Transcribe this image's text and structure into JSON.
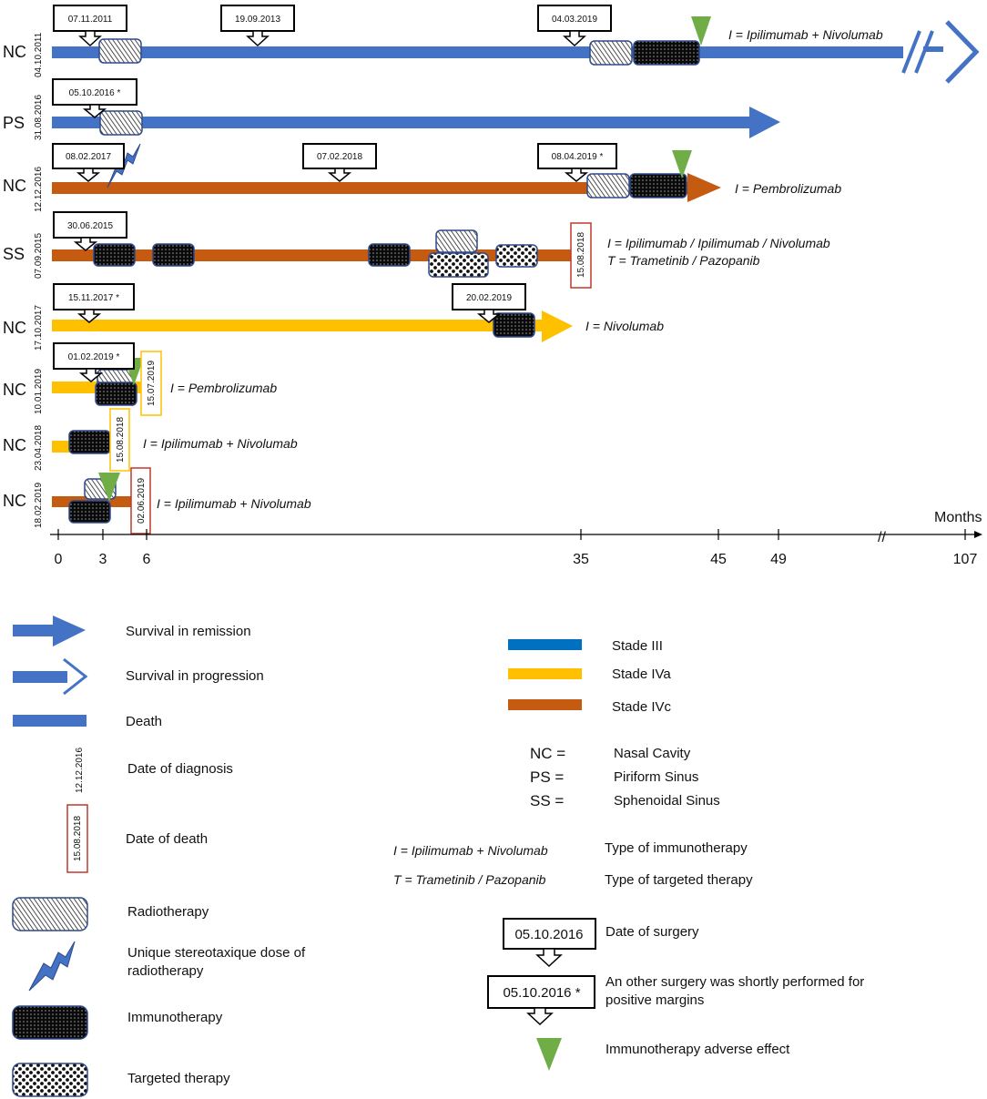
{
  "colors": {
    "stade_iii": "#4472c4",
    "stade_iva": "#ffc000",
    "stade_ivc": "#c55a11",
    "adverse_marker": "#70ad47",
    "death_box_red": "#c0392b",
    "death_box_yellow": "#ffc000",
    "therapy_border": "#2e4a8a"
  },
  "rows": [
    {
      "site": "NC",
      "diagnosis": "04.10.2011",
      "callouts": [
        "07.11.2011",
        "19.09.2013",
        "04.03.2019"
      ],
      "annotation": "I = Ipilimumab + Nivolumab",
      "color": "stade_iii",
      "outcome": "Survival in progression"
    },
    {
      "site": "PS",
      "diagnosis": "31.08.2016",
      "callouts": [
        "05.10.2016 *"
      ],
      "annotation": "",
      "color": "stade_iii",
      "outcome": "Survival in remission"
    },
    {
      "site": "NC",
      "diagnosis": "12.12.2016",
      "callouts": [
        "08.02.2017",
        "07.02.2018",
        "08.04.2019 *"
      ],
      "annotation": "I = Pembrolizumab",
      "color": "stade_ivc",
      "outcome": "Survival in remission"
    },
    {
      "site": "SS",
      "diagnosis": "07.09.2015",
      "callouts": [
        "30.06.2015"
      ],
      "death": "15.08.2018",
      "annotation": "I = Ipilimumab / Ipilimumab / Nivolumab",
      "annotation2": "T = Trametinib / Pazopanib",
      "color": "stade_ivc",
      "outcome": "Death"
    },
    {
      "site": "NC",
      "diagnosis": "17.10.2017",
      "callouts": [
        "15.11.2017 *",
        "20.02.2019"
      ],
      "annotation": "I = Nivolumab",
      "color": "stade_iva",
      "outcome": "Survival in remission"
    },
    {
      "site": "NC",
      "diagnosis": "10.01.2019",
      "callouts": [
        "01.02.2019 *"
      ],
      "death": "15.07.2019",
      "annotation": "I = Pembrolizumab",
      "color": "stade_iva",
      "outcome": "Death"
    },
    {
      "site": "NC",
      "diagnosis": "23.04.2018",
      "callouts": [],
      "death": "15.08.2018",
      "annotation": "I = Ipilimumab + Nivolumab",
      "color": "stade_iva",
      "outcome": "Death"
    },
    {
      "site": "NC",
      "diagnosis": "18.02.2019",
      "callouts": [],
      "death": "02.06.2019",
      "annotation": "I = Ipilimumab + Nivolumab",
      "color": "stade_ivc",
      "outcome": "Death"
    }
  ],
  "axis": {
    "label": "Months",
    "ticks": [
      "0",
      "3",
      "6",
      "35",
      "45",
      "49",
      "107"
    ],
    "break_mark": "//"
  },
  "legend": {
    "survival_remission": "Survival in remission",
    "survival_progression": "Survival in progression",
    "death": "Death",
    "date_diagnosis": "Date of diagnosis",
    "date_diagnosis_example": "12.12.2016",
    "date_death": "Date of death",
    "date_death_example": "15.08.2018",
    "radiotherapy": "Radiotherapy",
    "stereo_line1": "Unique stereotaxique dose of",
    "stereo_line2": "radiotherapy",
    "immunotherapy": "Immunotherapy",
    "targeted": "Targeted therapy",
    "stade_iii": "Stade III",
    "stade_iva": "Stade IVa",
    "stade_ivc": "Stade IVc",
    "abbr": [
      {
        "code": "NC =",
        "name": "Nasal Cavity"
      },
      {
        "code": "PS =",
        "name": "Piriform Sinus"
      },
      {
        "code": "SS =",
        "name": "Sphenoidal Sinus"
      }
    ],
    "immuno_example": "I = Ipilimumab + Nivolumab",
    "immuno_type": "Type of immunotherapy",
    "targeted_example": "T = Trametinib / Pazopanib",
    "targeted_type": "Type of targeted therapy",
    "surgery_example": "05.10.2016",
    "surgery_label": "Date of surgery",
    "surgery2_example": "05.10.2016 *",
    "surgery2_line1": "An other surgery was shortly performed for",
    "surgery2_line2": "positive margins",
    "adverse": "Immunotherapy adverse effect"
  }
}
